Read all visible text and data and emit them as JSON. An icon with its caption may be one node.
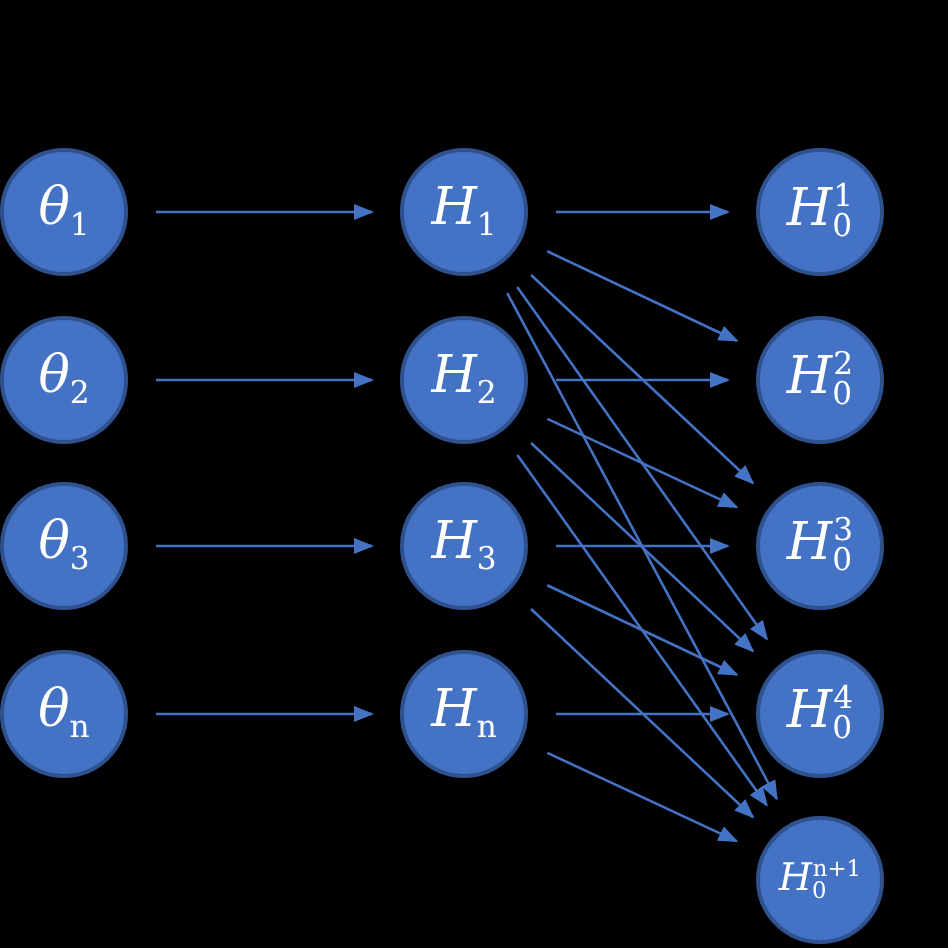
{
  "diagram": {
    "nodes": [
      {
        "text": [
          "*θ*$_{1}$"
        ]
      },
      {
        "text": [
          "*θ*$_{2}$"
        ]
      },
      {
        "text": [
          "*θ*$_{3}$"
        ]
      },
      {
        "text": [
          "*θ*$_{n}$"
        ]
      },
      {
        "text": [
          "*H*$_{1}$"
        ]
      },
      {
        "text": [
          "*H*$_{2}$"
        ]
      },
      {
        "text": [
          "*H*$_{3}$"
        ]
      },
      {
        "text": [
          "*H*$_{n}$"
        ]
      },
      {
        "text": [
          "*H*$_{0}$$^{1}$"
        ]
      },
      {
        "text": [
          "*H*$_{0}$$^{2}$"
        ]
      },
      {
        "text": [
          "*H*$_{0}$$^{3}$"
        ]
      },
      {
        "text": [
          "*H*$_{0}$$^{4}$"
        ]
      },
      {
        "text": [
          "*H*$_{0}$$^{n+1}$"
        ]
      }
    ],
    "edges": [
      {
        "from": 0,
        "to": 4,
        "arrow": "to"
      },
      {
        "from": 1,
        "to": 5,
        "arrow": "to"
      },
      {
        "from": 2,
        "to": 6,
        "arrow": "to"
      },
      {
        "from": 3,
        "to": 7,
        "arrow": "to"
      },
      {
        "from": 4,
        "to": 8,
        "arrow": "to"
      },
      {
        "from": 4,
        "to": 9,
        "arrow": "to"
      },
      {
        "from": 4,
        "to": 10,
        "arrow": "to"
      },
      {
        "from": 4,
        "to": 11,
        "arrow": "to"
      },
      {
        "from": 4,
        "to": 12,
        "arrow": "to"
      },
      {
        "from": 5,
        "to": 9,
        "arrow": "to"
      },
      {
        "from": 5,
        "to": 10,
        "arrow": "to"
      },
      {
        "from": 5,
        "to": 11,
        "arrow": "to"
      },
      {
        "from": 5,
        "to": 12,
        "arrow": "to"
      },
      {
        "from": 6,
        "to": 10,
        "arrow": "to"
      },
      {
        "from": 6,
        "to": 11,
        "arrow": "to"
      },
      {
        "from": 6,
        "to": 12,
        "arrow": "to"
      },
      {
        "from": 7,
        "to": 11,
        "arrow": "to"
      },
      {
        "from": 7,
        "to": 12,
        "arrow": "to"
      }
    ]
  }
}
